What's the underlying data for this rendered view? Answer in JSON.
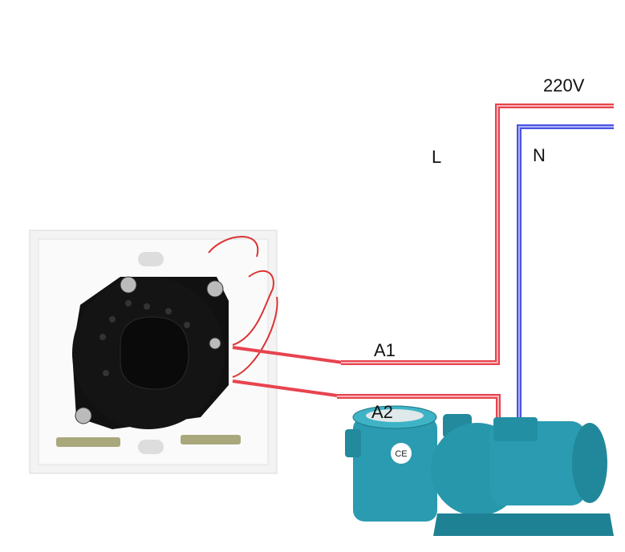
{
  "labels": {
    "voltage": "220V",
    "live": "L",
    "neutral": "N",
    "terminal_a1": "A1",
    "terminal_a2": "A2",
    "pump_mark": "CE"
  },
  "colors": {
    "live_wire": "#e8434f",
    "neutral_wire": "#4a55e0",
    "pump_body": "#2a9bb0",
    "timer_body": "#111111",
    "plate": "#f2f2f2"
  }
}
